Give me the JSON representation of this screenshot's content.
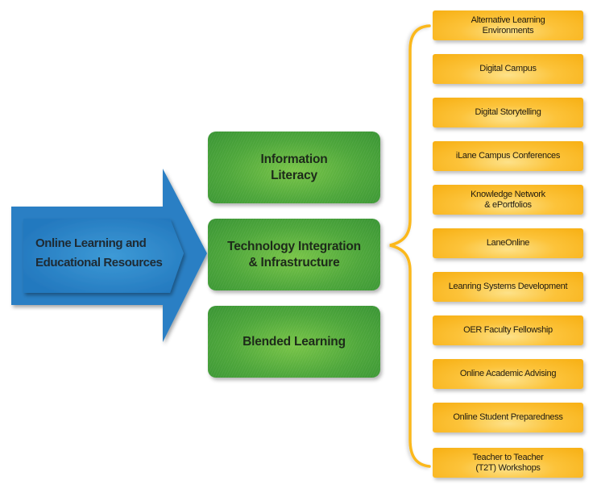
{
  "colors": {
    "arrow_blue": "#2a7fc4",
    "arrow_inner_blue": "#3c95d2",
    "green": "#4ea73b",
    "orange": "#fcc33a",
    "brace": "#fbb81a"
  },
  "source": {
    "label": "Online Learning and\nEducational Resources"
  },
  "categories": [
    {
      "label": "Information\nLiteracy"
    },
    {
      "label": "Technology Integration\n& Infrastructure"
    },
    {
      "label": "Blended Learning"
    }
  ],
  "programs": [
    {
      "label": "Alternative Learning\nEnvironments"
    },
    {
      "label": "Digital Campus"
    },
    {
      "label": "Digital Storytelling"
    },
    {
      "label": "iLane Campus Conferences"
    },
    {
      "label": "Knowledge Network\n& ePortfolios"
    },
    {
      "label": "LaneOnline"
    },
    {
      "label": "Leanring Systems Development"
    },
    {
      "label": "OER Faculty Fellowship"
    },
    {
      "label": "Online Academic Advising"
    },
    {
      "label": "Online Student Preparedness"
    },
    {
      "label": "Teacher to Teacher\n(T2T) Workshops"
    }
  ]
}
